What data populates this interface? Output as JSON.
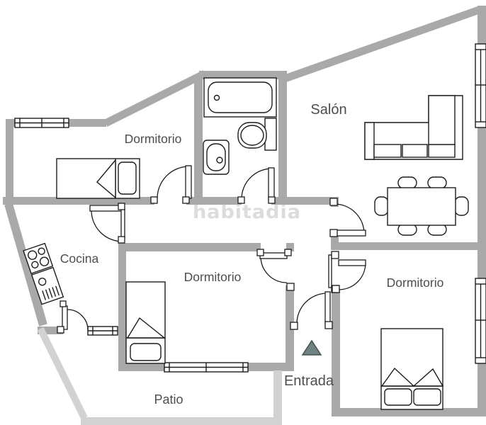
{
  "watermark": {
    "text": "habitadia",
    "color": "#dcdcdc"
  },
  "colors": {
    "wall": "#a9a9a9",
    "patio_wall": "#d2d2d2",
    "label": "#4d4d4d",
    "line": "#1c1c1c"
  },
  "rooms": [
    {
      "id": "dormitorio-top-left",
      "label": "Dormitorio"
    },
    {
      "id": "salon",
      "label": "Salón"
    },
    {
      "id": "cocina",
      "label": "Cocina"
    },
    {
      "id": "dormitorio-center",
      "label": "Dormitorio"
    },
    {
      "id": "dormitorio-right",
      "label": "Dormitorio"
    },
    {
      "id": "patio",
      "label": "Patio"
    }
  ],
  "entrance": {
    "label": "Entrada",
    "arrow_fill": "#6e8282",
    "arrow_stroke": "#44534f"
  },
  "furniture": {
    "bathroom": [
      "bathtub",
      "toilet",
      "washbasin"
    ],
    "salon": [
      "corner-sofa",
      "dining-table-six-chairs"
    ],
    "cocina": [
      "stove",
      "kitchen-sink-unit"
    ],
    "dormitorio_top_left": [
      "single-bed"
    ],
    "dormitorio_center": [
      "single-bed"
    ],
    "dormitorio_right": [
      "double-bed"
    ]
  }
}
